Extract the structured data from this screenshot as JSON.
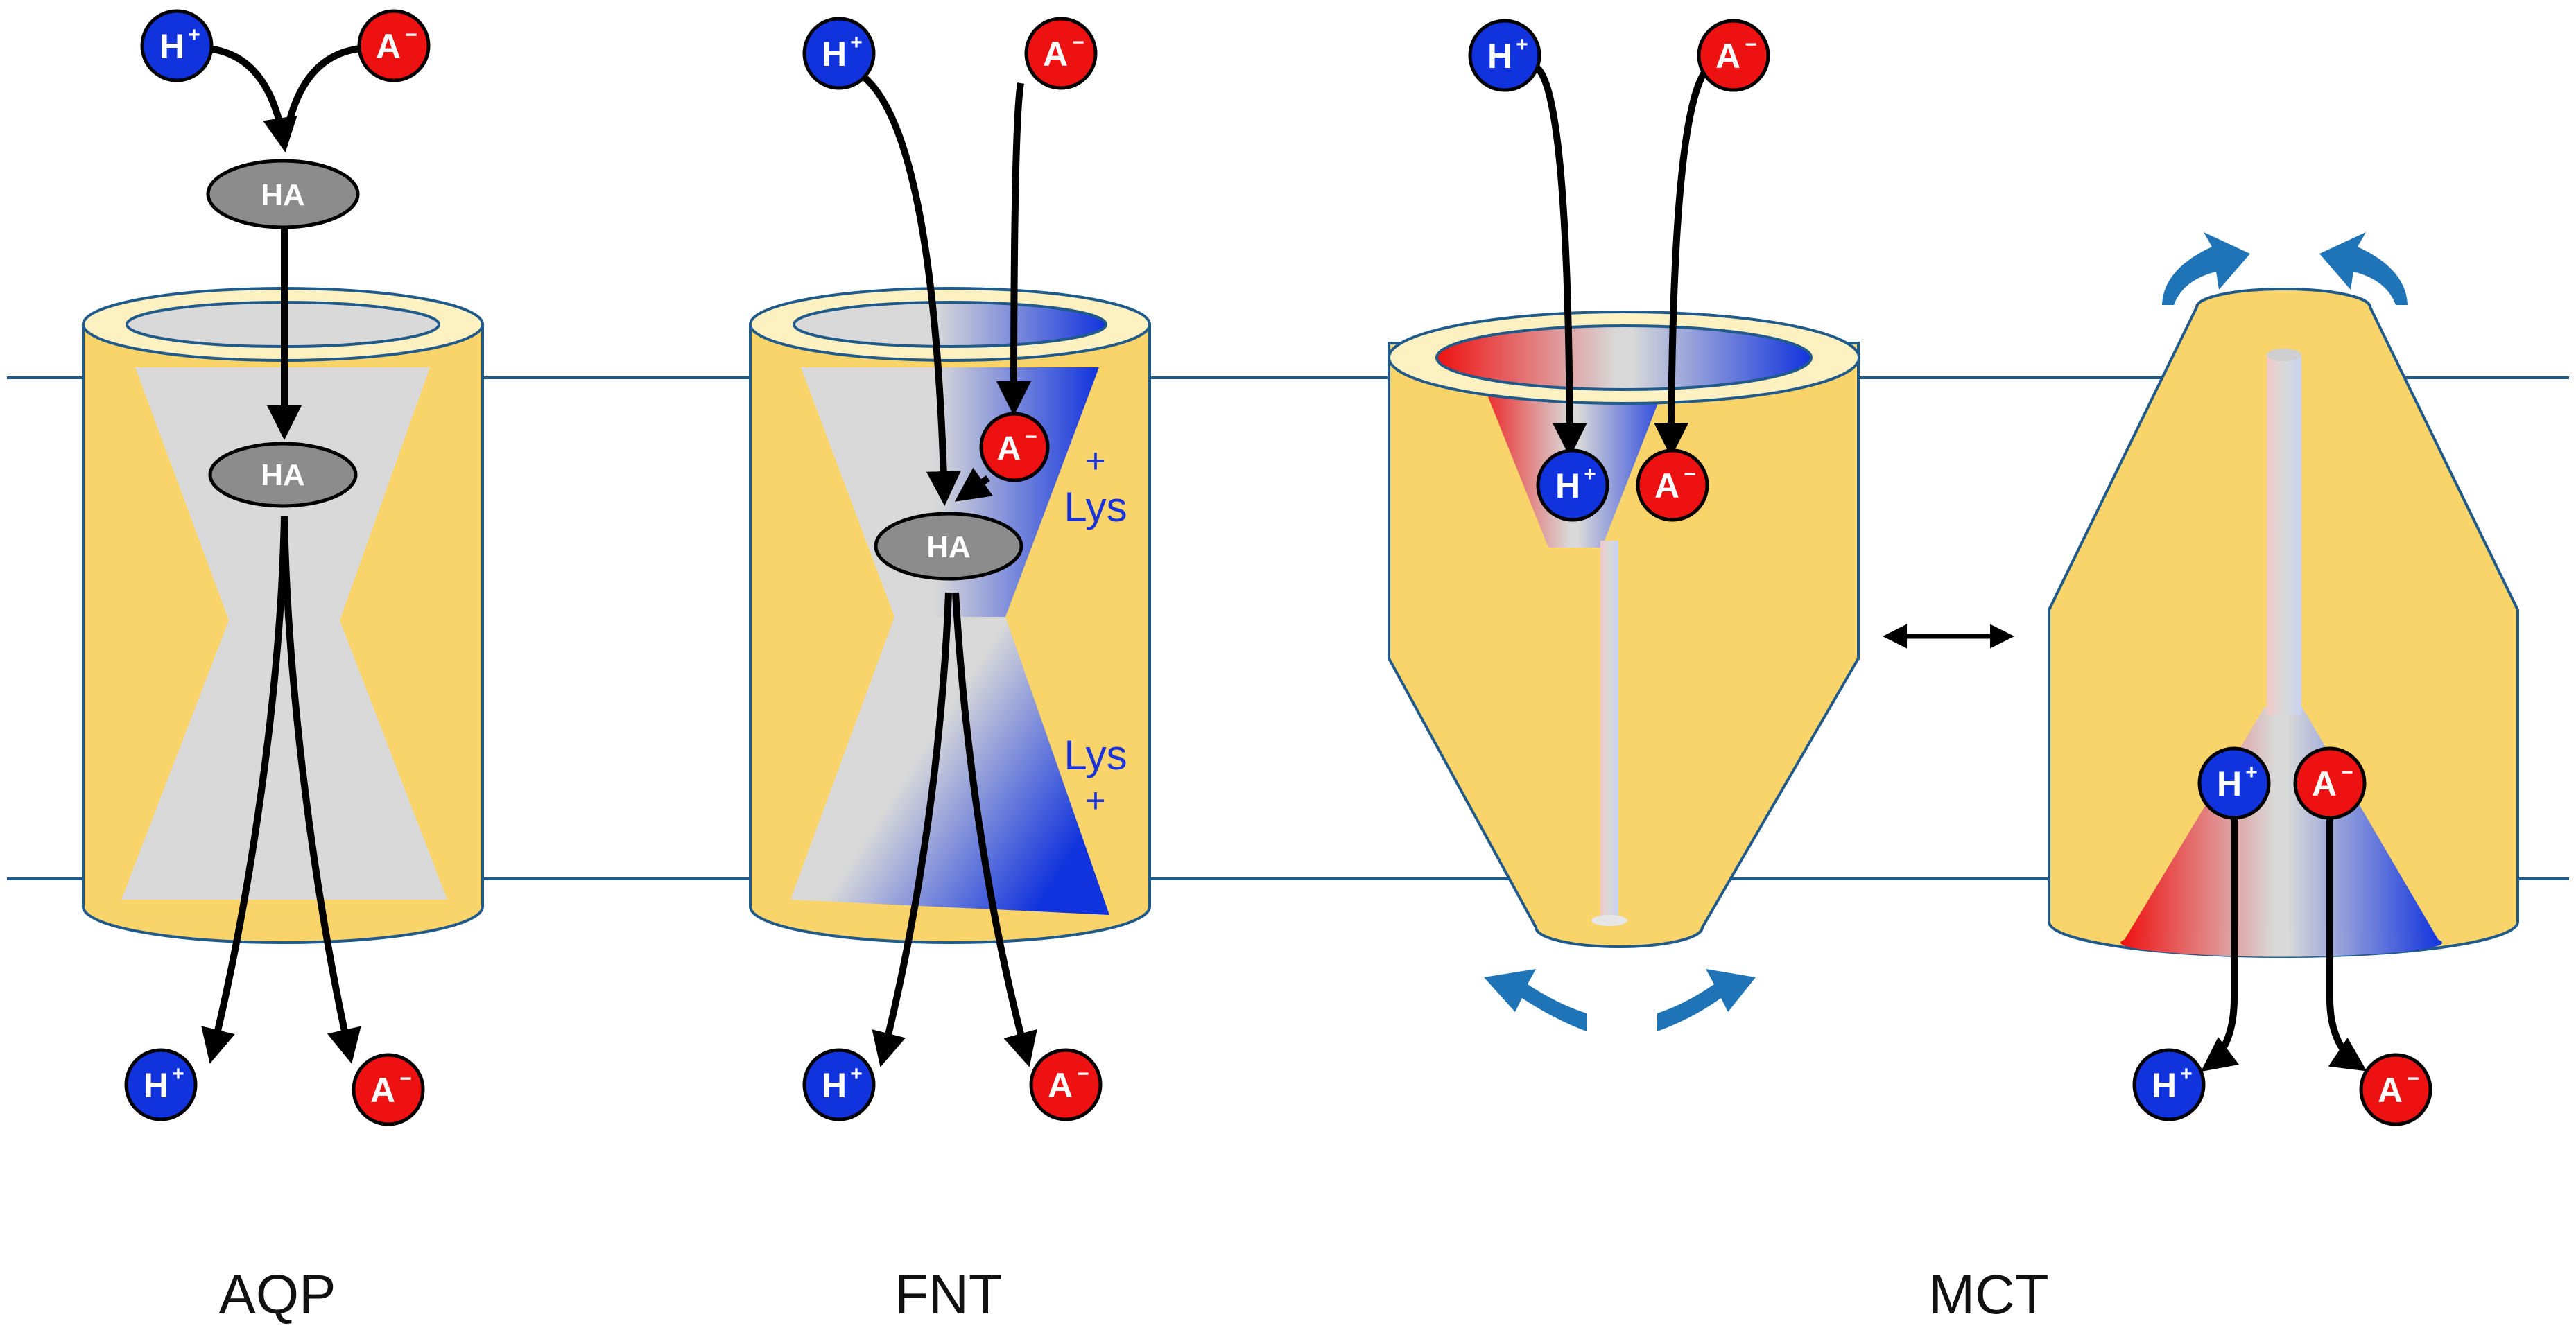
{
  "colors": {
    "membrane_line": "#1f5a8a",
    "protein_yellow": "#f9d46b",
    "protein_rim": "#fdf1c2",
    "protein_outline": "#1f5a8a",
    "channel_gray": "#d9d9d9",
    "proton_blue": "#1133dd",
    "anion_red": "#ee1111",
    "ha_gray": "#8c8c8c",
    "lys_blue": "#1a33d9",
    "rotation_arrow": "#1f74b8"
  },
  "ions": {
    "proton": "H",
    "proton_charge": "+",
    "anion": "A",
    "anion_charge": "−",
    "neutral_acid": "HA"
  },
  "fnt": {
    "lys_top": "Lys",
    "lys_top_charge": "+",
    "lys_bottom": "Lys",
    "lys_bottom_charge": "+"
  },
  "captions": {
    "aqp": "AQP",
    "fnt": "FNT",
    "mct": "MCT"
  },
  "icons": [
    "double-headed-arrow-icon",
    "curved-arrow-icon"
  ]
}
